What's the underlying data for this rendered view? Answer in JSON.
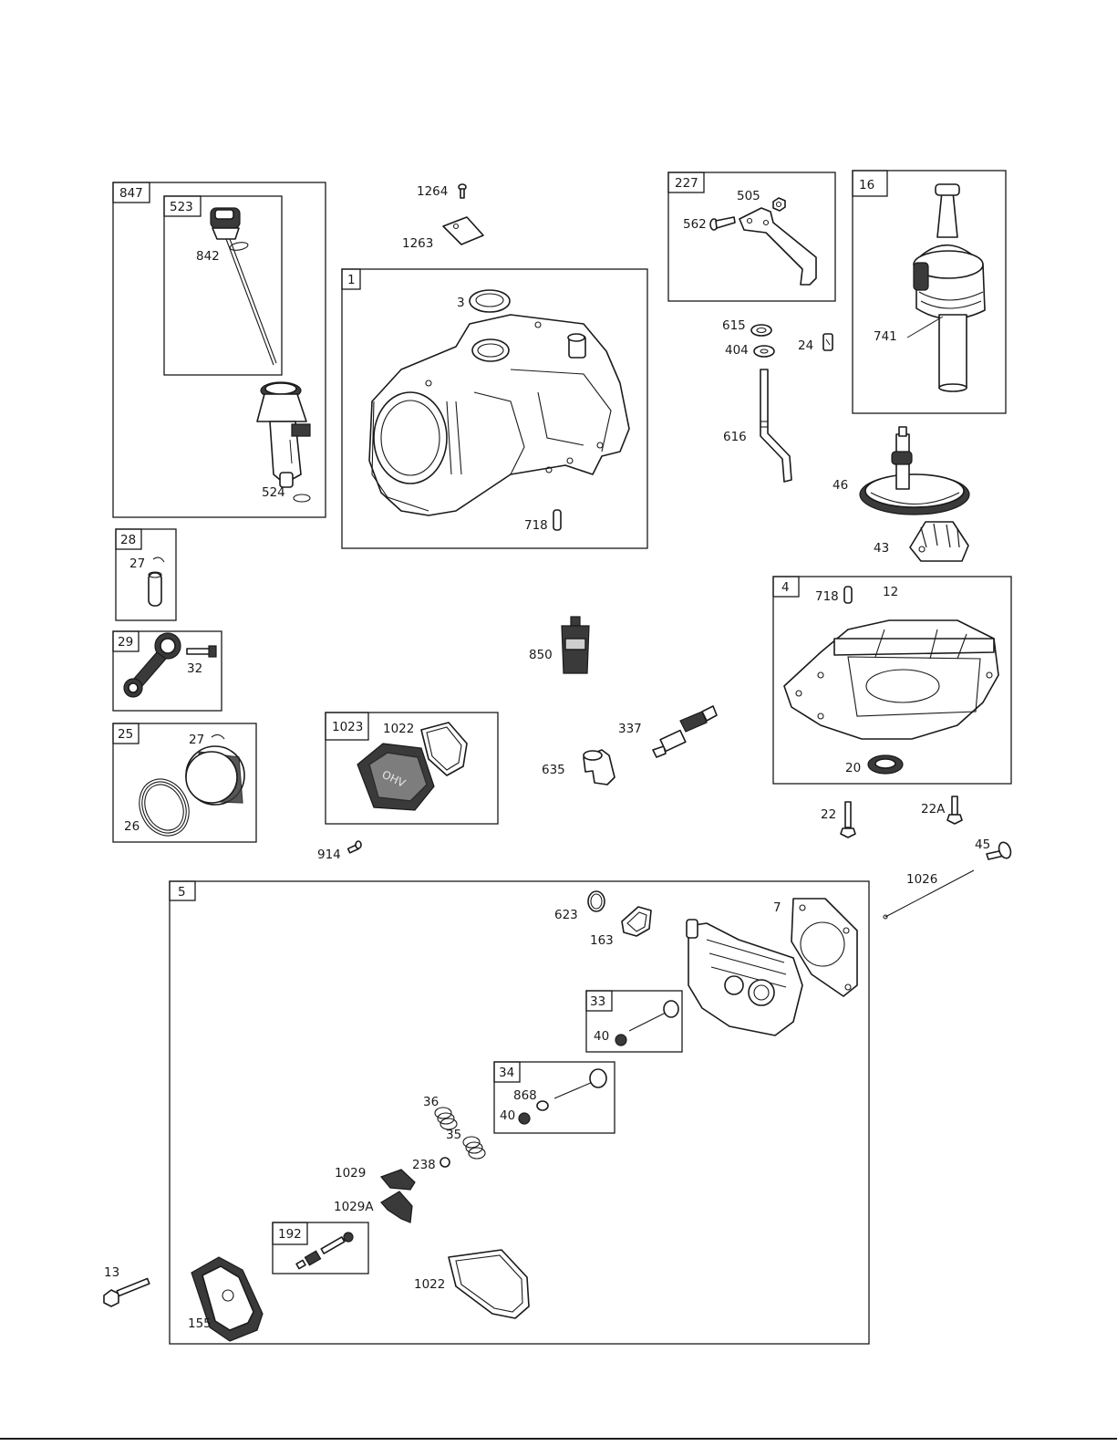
{
  "groups": [
    {
      "id": "847"
    },
    {
      "id": "523"
    },
    {
      "id": "1"
    },
    {
      "id": "227"
    },
    {
      "id": "16"
    },
    {
      "id": "28"
    },
    {
      "id": "29"
    },
    {
      "id": "25"
    },
    {
      "id": "1023"
    },
    {
      "id": "4"
    },
    {
      "id": "5"
    },
    {
      "id": "33"
    },
    {
      "id": "34"
    },
    {
      "id": "192"
    }
  ],
  "labels": [
    "842",
    "524",
    "1264",
    "1263",
    "3",
    "718",
    "505",
    "562",
    "615",
    "404",
    "24",
    "616",
    "741",
    "46",
    "43",
    "718",
    "12",
    "20",
    "27",
    "32",
    "27",
    "26",
    "850",
    "337",
    "635",
    "1022",
    "914",
    "22",
    "22A",
    "45",
    "1026",
    "623",
    "163",
    "7",
    "40",
    "868",
    "40",
    "36",
    "35",
    "238",
    "1029",
    "1029A",
    "13",
    "155",
    "1022"
  ]
}
